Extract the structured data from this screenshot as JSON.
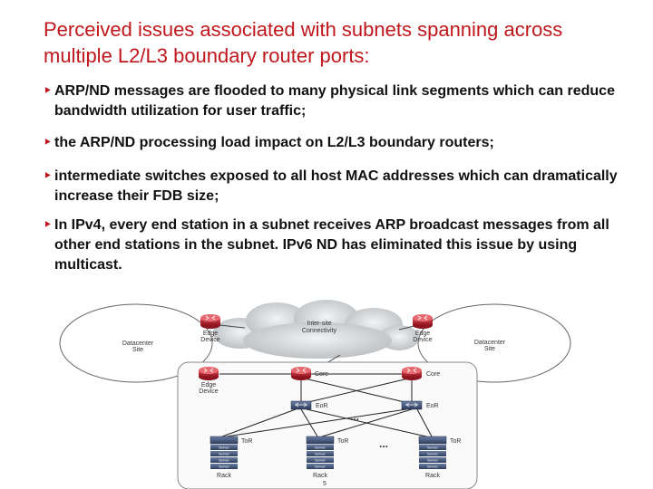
{
  "slide": {
    "title": "Perceived issues associated with subnets spanning across multiple L2/L3 boundary router ports:",
    "bullet_marker_color": "#c0171c",
    "bullets": [
      "ARP/ND messages are flooded to many physical link segments which can reduce bandwidth utilization for user traffic;",
      "the ARP/ND processing load impact on L2/L3 boundary routers;",
      "intermediate switches exposed to all host MAC addresses which can dramatically increase their FDB size;",
      "In IPv4, every end station in a subnet receives ARP broadcast messages from all other end stations in the subnet. IPv6 ND has eliminated this issue by using multicast."
    ]
  },
  "diagram": {
    "cloud_label_line1": "Inter-site",
    "cloud_label_line2": "Connectivity",
    "edge_left_line1": "Edge",
    "edge_left_line2": "Device",
    "edge_right_line1": "Edge",
    "edge_right_line2": "Device",
    "dc_left_line1": "Datacenter",
    "dc_left_line2": "Site",
    "dc_right_line1": "Datacenter",
    "dc_right_line2": "Site",
    "inner_edge_line1": "Edge",
    "inner_edge_line2": "Device",
    "core_left": "Core",
    "core_right": "Core",
    "eor_left": "EoR",
    "eor_right": "EoR",
    "tor_1": "ToR",
    "tor_2": "ToR",
    "tor_3": "ToR",
    "rack_1": "Rack",
    "rack_2": "Rack",
    "rack_3": "Rack",
    "server_label": "Server",
    "ellipsis_1": "...",
    "ellipsis_2": "...",
    "page_number": "5",
    "router_color": "#b91f2c"
  }
}
